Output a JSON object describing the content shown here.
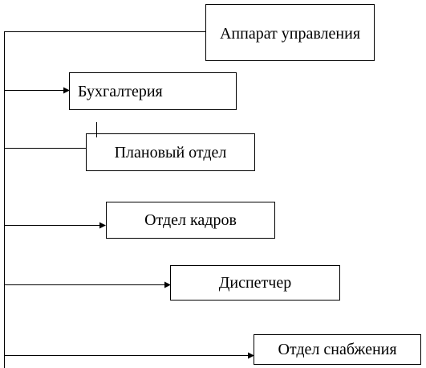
{
  "org_chart": {
    "root": {
      "label": "Аппарат управления"
    },
    "departments": [
      {
        "label": "Бухгалтерия"
      },
      {
        "label": "Плановый отдел"
      },
      {
        "label": "Отдел кадров"
      },
      {
        "label": "Диспетчер"
      },
      {
        "label": "Отдел снабжения"
      }
    ]
  },
  "colors": {
    "line": "#000000",
    "box_border": "#000000",
    "background": "#ffffff"
  }
}
